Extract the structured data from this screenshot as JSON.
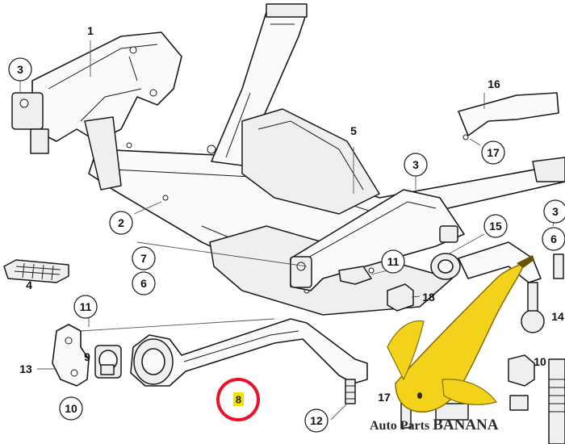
{
  "callouts": {
    "p1": "1",
    "p2": "2",
    "p3a": "3",
    "p3b": "3",
    "p3c": "3",
    "p4": "4",
    "p5": "5",
    "p6a": "6",
    "p6b": "6",
    "p7": "7",
    "p8": "8",
    "p9": "9",
    "p10a": "10",
    "p10b": "10",
    "p11a": "11",
    "p11b": "11",
    "p12": "12",
    "p13": "13",
    "p14": "14",
    "p15": "15",
    "p16": "16",
    "p17a": "17",
    "p17b": "17",
    "p18": "18"
  },
  "highlight_color": "#e8132b",
  "highlight_fill": "#f5e000",
  "watermark": {
    "prefix": "Auto Parts ",
    "brand": "BANANA",
    "banana_color": "#f2d21a"
  }
}
